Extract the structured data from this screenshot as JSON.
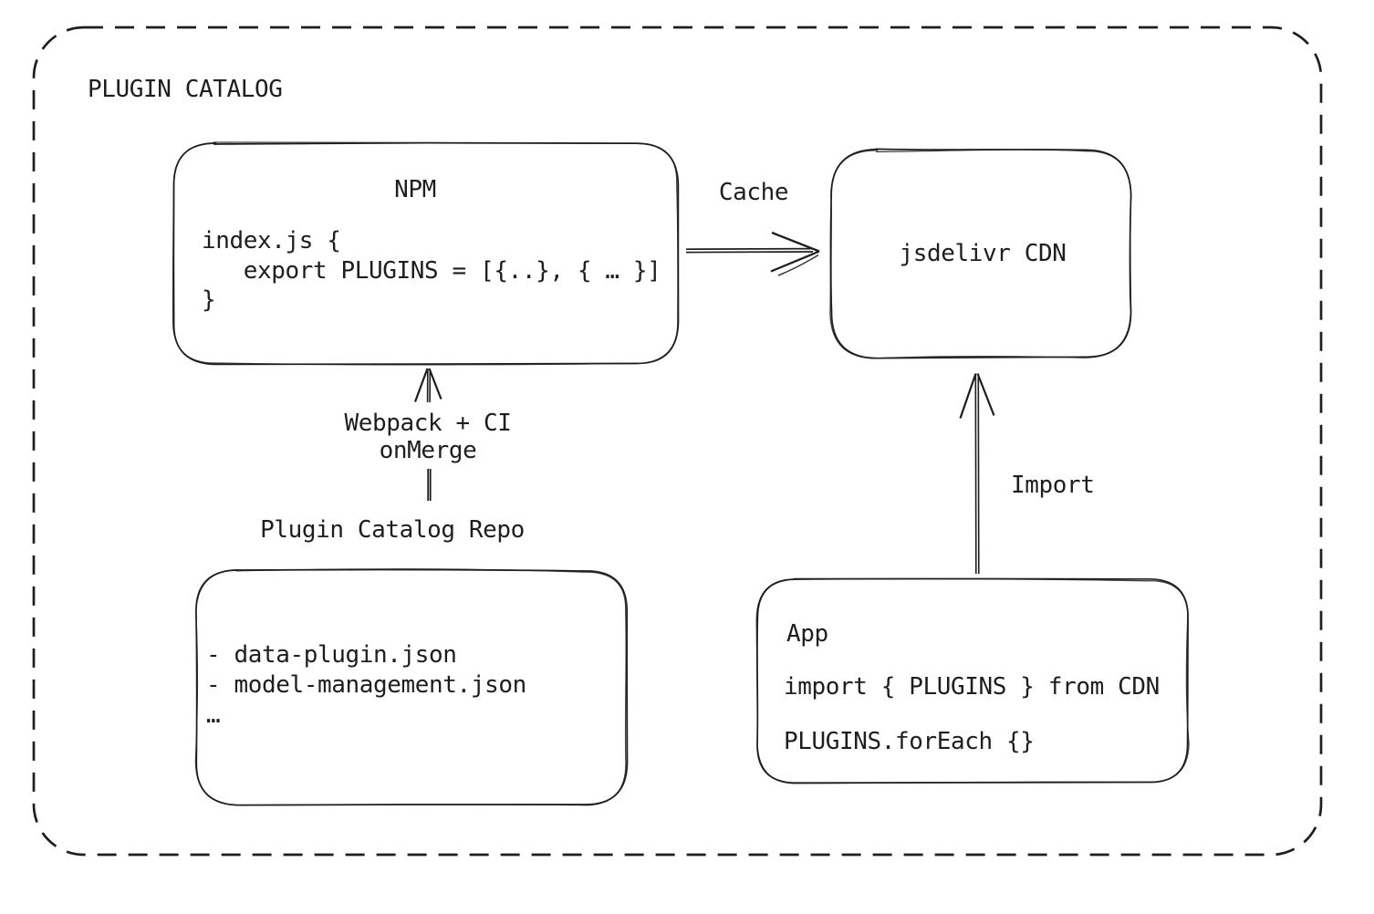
{
  "diagram": {
    "title": "PLUGIN CATALOG",
    "colors": {
      "stroke": "#1e1e1e",
      "background": "#ffffff",
      "text": "#1e1e1e"
    },
    "nodes": {
      "npm": {
        "title": "NPM",
        "code": "index.js {\n   export PLUGINS = [{..}, { … }]\n}"
      },
      "cdn": {
        "label": "jsdelivr CDN"
      },
      "repo": {
        "label": "Plugin Catalog Repo",
        "files": "- data-plugin.json\n- model-management.json\n…"
      },
      "app": {
        "title": "App",
        "code_import": "import { PLUGINS } from CDN",
        "code_foreach": "PLUGINS.forEach {}"
      }
    },
    "edges": {
      "cache": {
        "label": "Cache"
      },
      "webpack": {
        "label": "Webpack + CI\nonMerge"
      },
      "import": {
        "label": "Import"
      }
    }
  }
}
